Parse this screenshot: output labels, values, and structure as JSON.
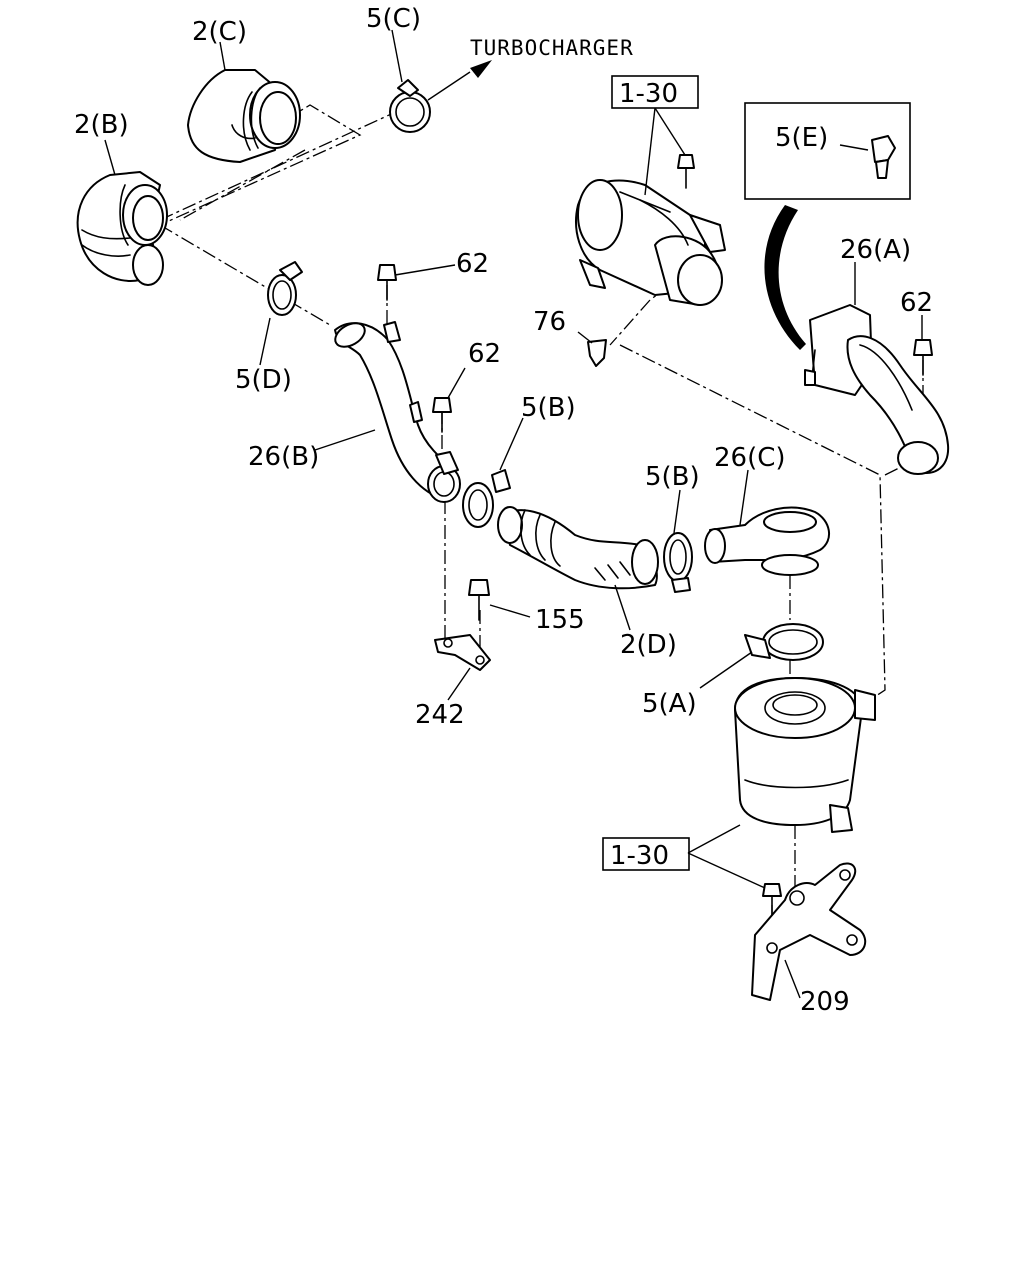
{
  "annotations": {
    "turbocharger": "TURBOCHARGER"
  },
  "callouts": {
    "hose_2c": "2(C)",
    "clamp_5c": "5(C)",
    "hose_2b": "2(B)",
    "ref_1_30_top": "1-30",
    "clip_5e": "5(E)",
    "bolt_62_a": "62",
    "duct_26a": "26(A)",
    "bolt_62_right": "62",
    "clamp_5d": "5(D)",
    "grommet_76": "76",
    "bolt_62_b": "62",
    "clamp_5b_left": "5(B)",
    "clamp_5b_right": "5(B)",
    "pipe_26b": "26(B)",
    "elbow_26c": "26(C)",
    "bolt_155": "155",
    "hose_2d": "2(D)",
    "clamp_5a": "5(A)",
    "bracket_242": "242",
    "ref_1_30_bottom": "1-30",
    "bracket_209": "209"
  }
}
